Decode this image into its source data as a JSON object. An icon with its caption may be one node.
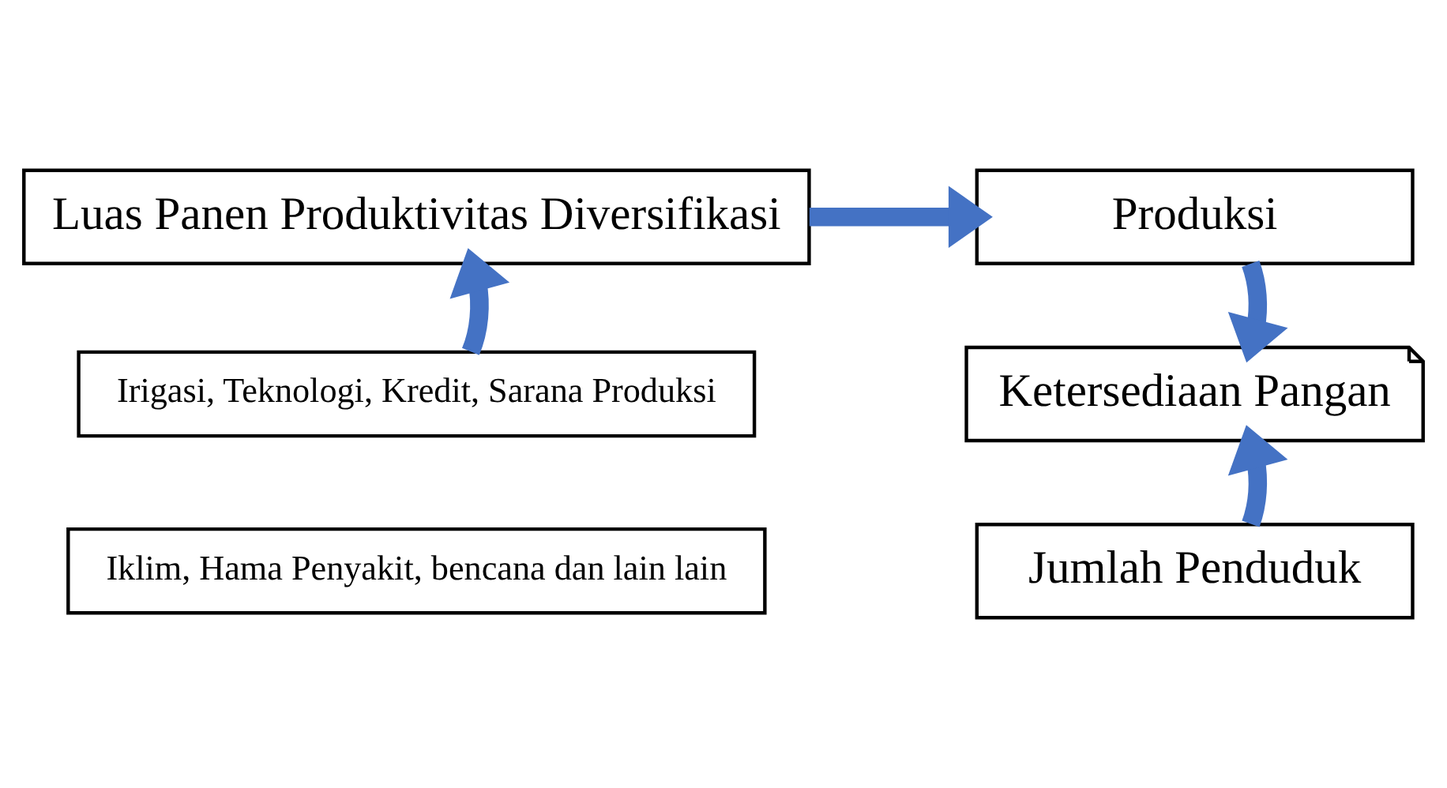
{
  "diagram": {
    "nodes": [
      {
        "text": [
          "Luas Panen Produktivitas Diversifikasi"
        ]
      },
      {
        "text": [
          "Produksi"
        ]
      },
      {
        "text": [
          "Irigasi, Teknologi, Kredit, Sarana Produksi"
        ]
      },
      {
        "text": [
          "Ketersediaan Pangan"
        ]
      },
      {
        "text": [
          "Iklim, Hama Penyakit, bencana dan lain lain"
        ]
      },
      {
        "text": [
          "Jumlah Penduduk"
        ]
      }
    ],
    "edges": [
      {
        "from": 0,
        "to": 1,
        "arrow": "to"
      },
      {
        "from": 2,
        "to": 0,
        "arrow": "to"
      },
      {
        "from": 1,
        "to": 3,
        "arrow": "to"
      },
      {
        "from": 5,
        "to": 3,
        "arrow": "to"
      }
    ]
  }
}
